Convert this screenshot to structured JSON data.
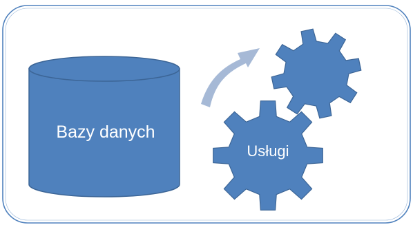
{
  "diagram": {
    "database": {
      "label": "Bazy danych",
      "shape": "cylinder"
    },
    "services": {
      "label": "Usługi",
      "shape": "gear"
    },
    "small_gear": {
      "shape": "gear"
    },
    "arrow": {
      "direction": "database-to-gears"
    },
    "colors": {
      "shape_fill": "#4f81bd",
      "shape_stroke": "#3c6596",
      "frame_stroke": "#4f81bd",
      "arrow_fill": "#a6b9d6",
      "text": "#ffffff"
    }
  }
}
